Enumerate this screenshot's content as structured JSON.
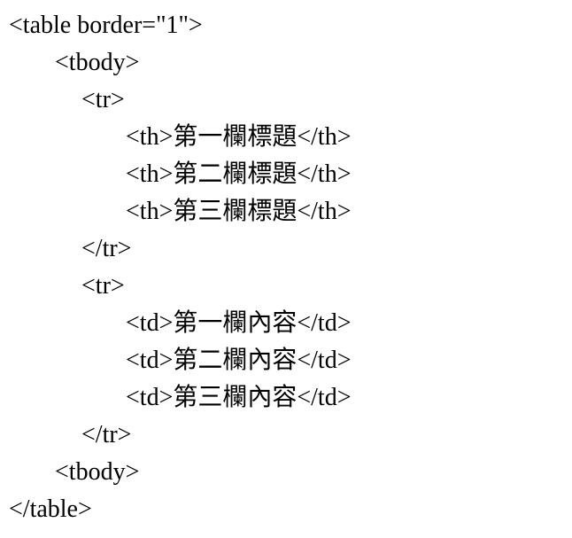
{
  "code": {
    "language": "html-source",
    "lines": [
      {
        "indent": 0,
        "text": "<table border=\"1\">"
      },
      {
        "indent": 1,
        "text": "<tbody>"
      },
      {
        "indent": 2,
        "text": "<tr>"
      },
      {
        "indent": 3,
        "text": "<th>第一欄標題</th>"
      },
      {
        "indent": 3,
        "text": "<th>第二欄標題</th>"
      },
      {
        "indent": 3,
        "text": "<th>第三欄標題</th>"
      },
      {
        "indent": 2,
        "text": "</tr>"
      },
      {
        "indent": 2,
        "text": "<tr>"
      },
      {
        "indent": 3,
        "text": "<td>第一欄內容</td>"
      },
      {
        "indent": 3,
        "text": "<td>第二欄內容</td>"
      },
      {
        "indent": 3,
        "text": "<td>第三欄內容</td>"
      },
      {
        "indent": 2,
        "text": "</tr>"
      },
      {
        "indent": 1,
        "text": "<tbody>"
      },
      {
        "indent": 0,
        "text": "</table>"
      }
    ]
  }
}
